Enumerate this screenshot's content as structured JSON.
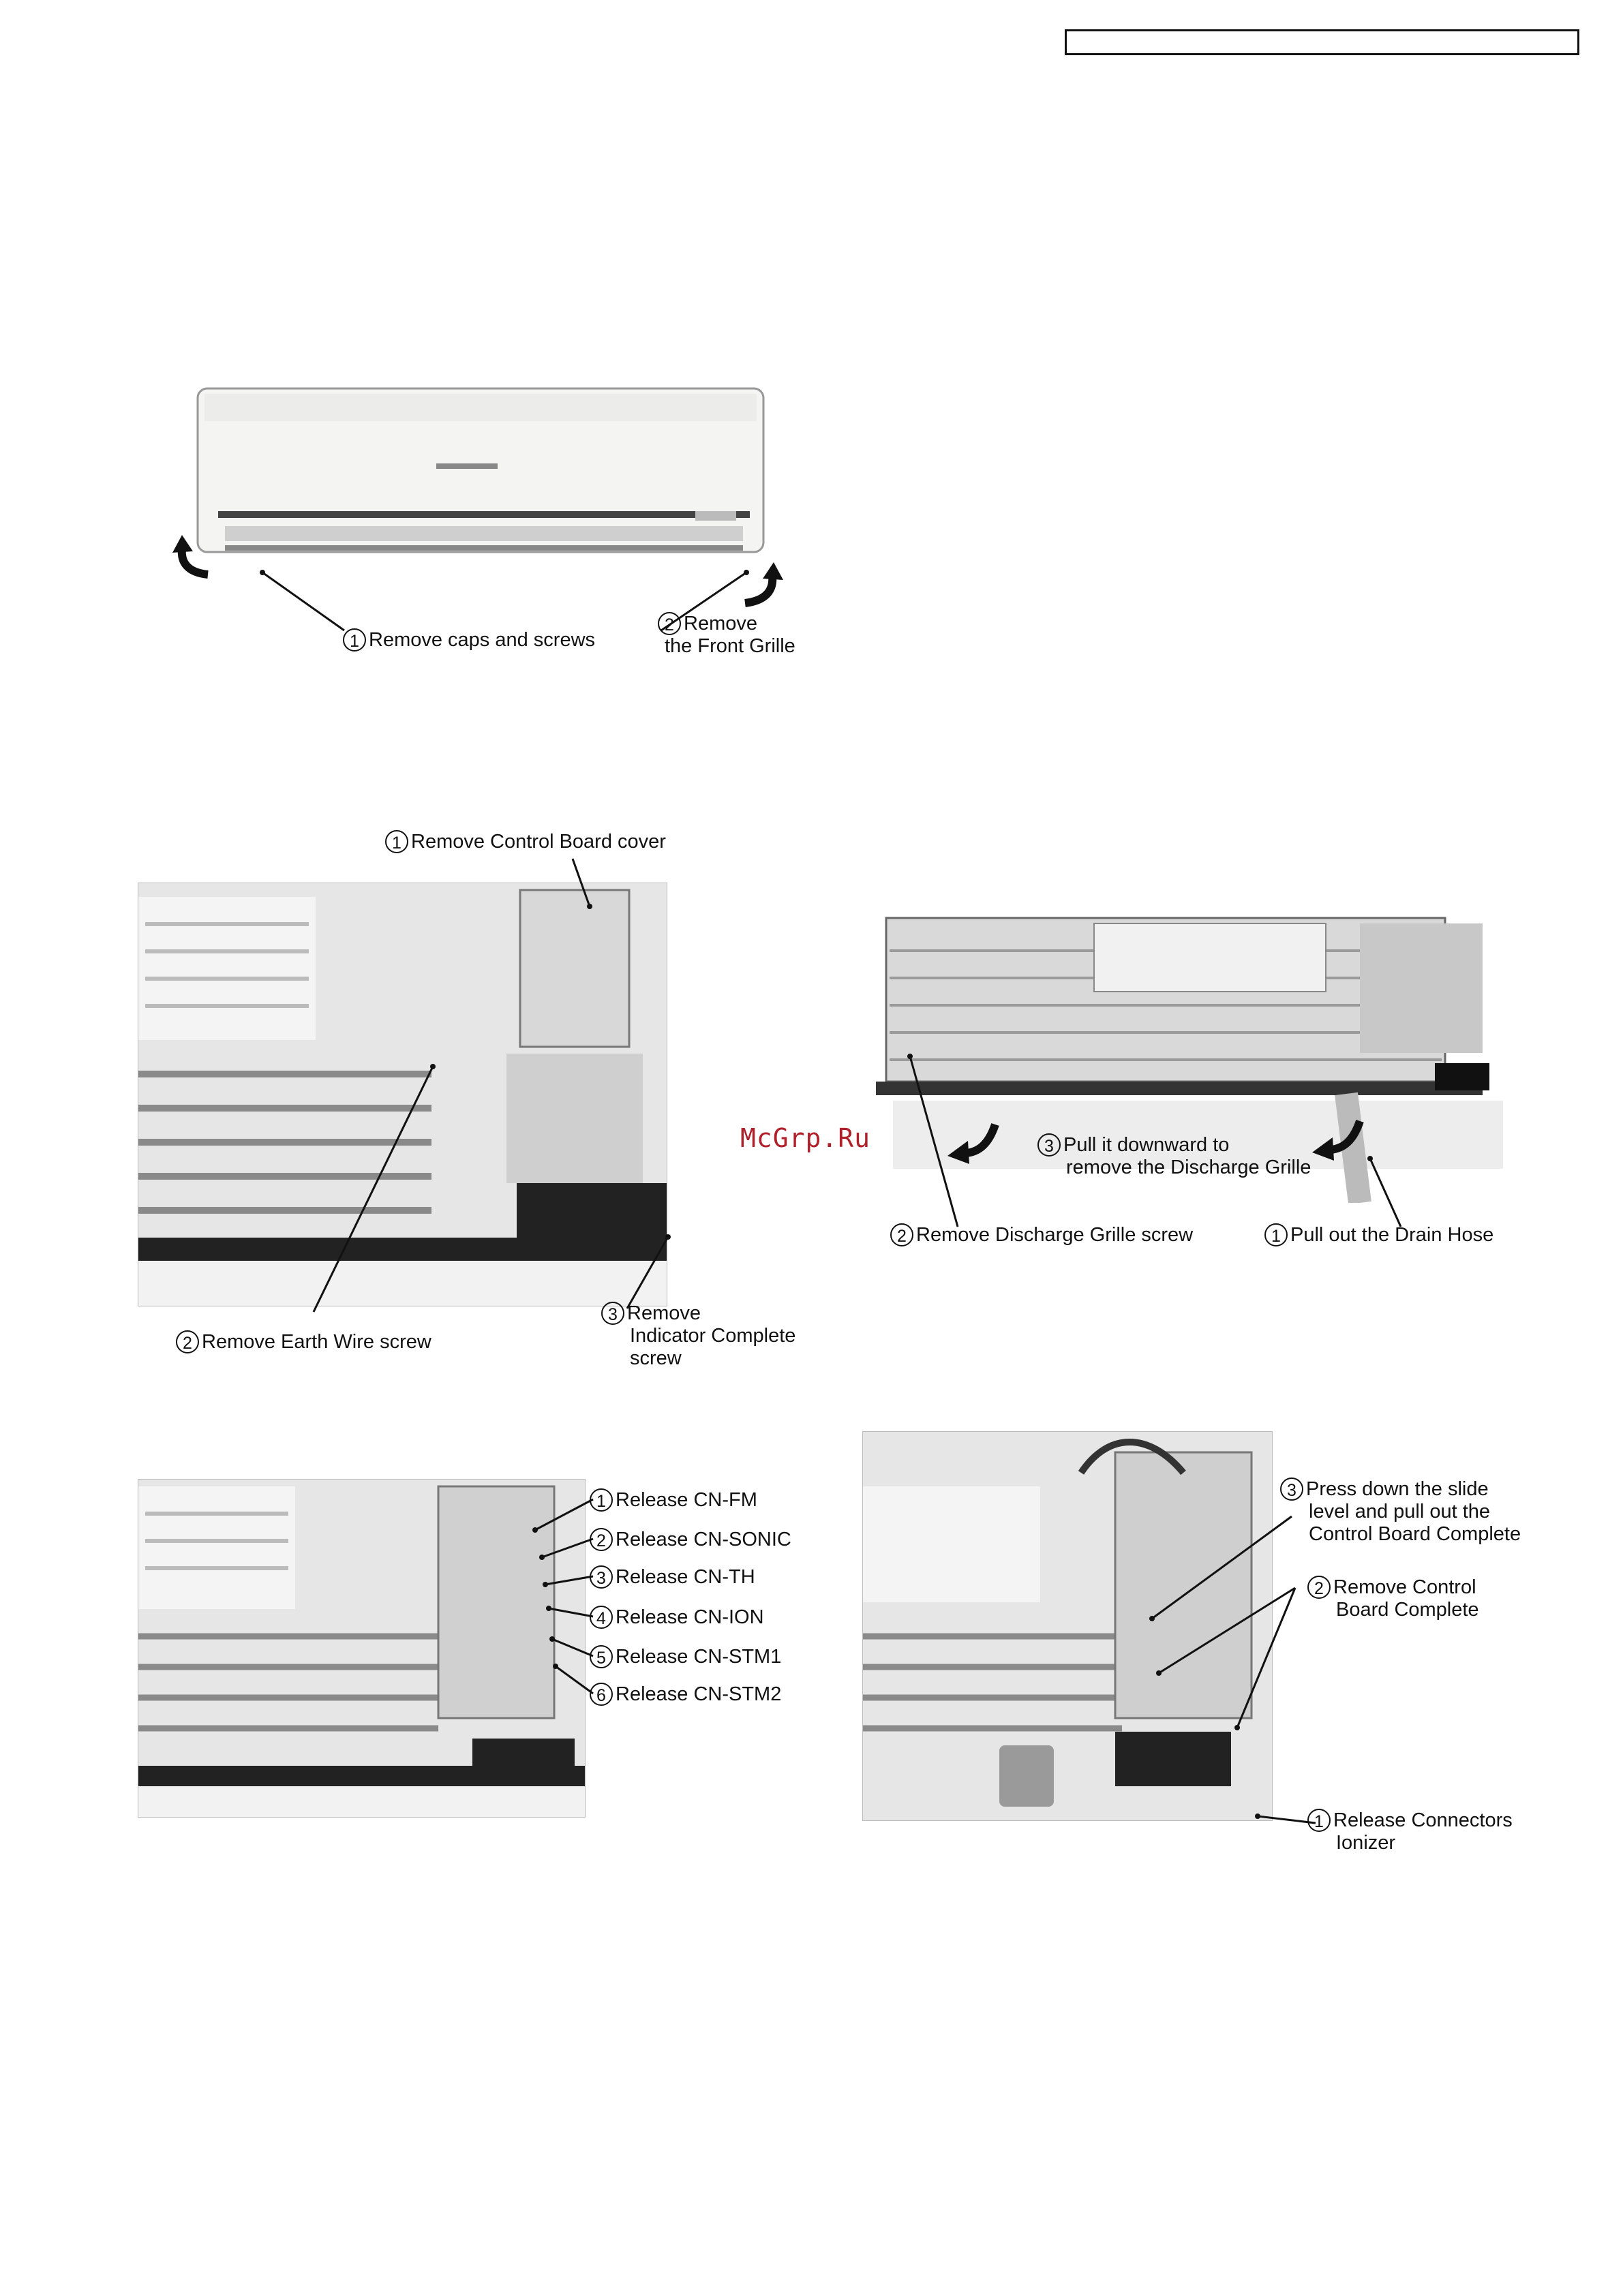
{
  "header": {
    "box_text": ""
  },
  "watermark": "McGrp.Ru",
  "steps": {
    "front_grille": {
      "s1": {
        "num": "1",
        "text": "Remove caps and screws"
      },
      "s2": {
        "num": "2",
        "line1": "Remove",
        "line2": "the Front Grille"
      }
    },
    "control_board_cover": {
      "s1": {
        "num": "1",
        "text": "Remove Control Board cover"
      },
      "s2": {
        "num": "2",
        "text": "Remove Earth Wire screw"
      },
      "s3": {
        "num": "3",
        "line1": "Remove",
        "line2": "Indicator Complete",
        "line3": "screw"
      }
    },
    "discharge_grille": {
      "s3": {
        "num": "3",
        "line1": "Pull it downward to",
        "line2": "remove the Discharge Grille"
      },
      "s2": {
        "num": "2",
        "text": "Remove Discharge Grille screw"
      },
      "s1": {
        "num": "1",
        "text": "Pull out the Drain Hose"
      }
    },
    "connectors": [
      {
        "num": "1",
        "text": "Release CN-FM"
      },
      {
        "num": "2",
        "text": "Release CN-SONIC"
      },
      {
        "num": "3",
        "text": "Release CN-TH"
      },
      {
        "num": "4",
        "text": "Release CN-ION"
      },
      {
        "num": "5",
        "text": "Release CN-STM1"
      },
      {
        "num": "6",
        "text": "Release CN-STM2"
      }
    ],
    "control_board_complete": {
      "s3": {
        "num": "3",
        "line1": "Press down the slide",
        "line2": "level and pull out the",
        "line3": "Control Board Complete"
      },
      "s2": {
        "num": "2",
        "line1": "Remove Control",
        "line2": "Board Complete"
      },
      "s1": {
        "num": "1",
        "line1": "Release Connectors",
        "line2": "Ionizer"
      }
    }
  },
  "colors": {
    "ink": "#111111",
    "photo_bg": "#e9e9e9",
    "watermark": "#b0202a"
  }
}
